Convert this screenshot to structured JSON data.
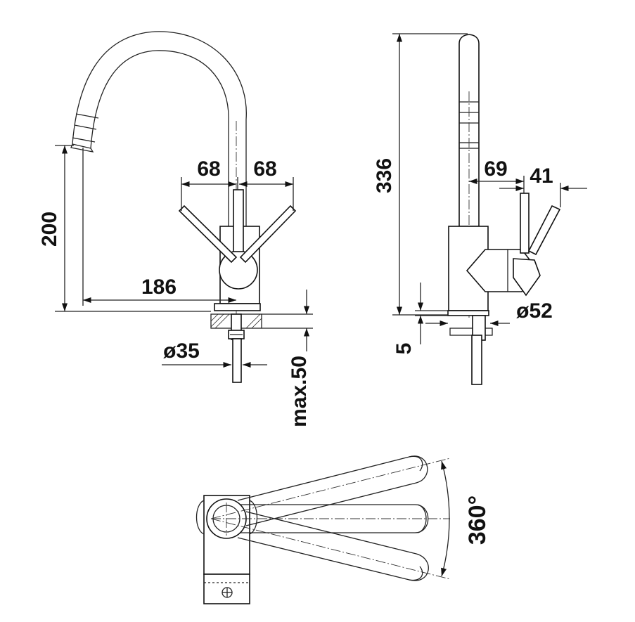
{
  "colors": {
    "line": "#111111",
    "background": "#ffffff"
  },
  "front_view": {
    "dim_lever_left": "68",
    "dim_lever_right": "68",
    "dim_spout_height": "200",
    "dim_reach": "186",
    "dim_base_diameter": "ø35",
    "dim_max_thickness": "max.50"
  },
  "side_view": {
    "dim_total_height": "336",
    "dim_handle_offset": "69",
    "dim_handle_top": "41",
    "dim_base_diameter": "ø52",
    "dim_base_height": "5"
  },
  "top_view": {
    "dim_rotation": "360°"
  }
}
